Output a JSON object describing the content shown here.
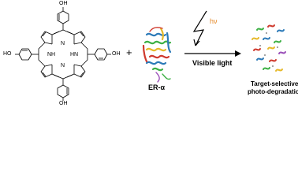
{
  "molecule": {
    "substituent": "OH",
    "nh": "NH",
    "hn": "HN",
    "n_top": "N",
    "n_bottom": "N",
    "oh_left": "HO"
  },
  "scheme": {
    "plus": "+",
    "protein_label": "ER-α",
    "light_symbol": "hν",
    "condition": "Visible light",
    "product_label_line1": "Target-selective",
    "product_label_line2": "photo-degradation"
  },
  "colors": {
    "bond": "#000000",
    "lightning": "#000000",
    "hv": "#e58a2a",
    "arrow": "#000000",
    "protein_helix_a": "#2c7ab8",
    "protein_helix_b": "#e6b92a",
    "protein_helix_c": "#3cb044",
    "protein_helix_d": "#cf3a2e"
  }
}
